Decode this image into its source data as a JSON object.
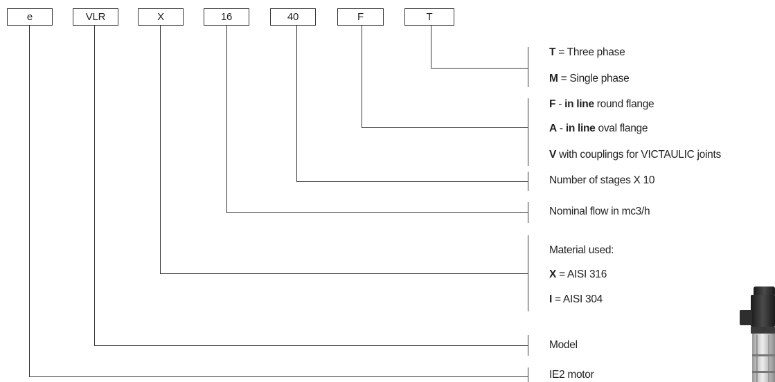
{
  "code_boxes": [
    "e",
    "VLR",
    "X",
    "16",
    "40",
    "F",
    "T"
  ],
  "descriptions": {
    "phase_three_key": "T",
    "phase_three_text": "= Three phase",
    "phase_single_key": "M",
    "phase_single_text": "= Single phase",
    "flange_f_key": "F",
    "flange_f_sep": "-",
    "flange_f_bold": "in line",
    "flange_f_text": "round flange",
    "flange_a_key": "A",
    "flange_a_sep": "-",
    "flange_a_bold": "in line",
    "flange_a_text": "oval flange",
    "flange_v_key": "V",
    "flange_v_text": "with couplings for VICTAULIC joints",
    "stages": "Number of stages X 10",
    "flow": "Nominal flow in mc3/h",
    "material_title": "Material used:",
    "material_x_key": "X",
    "material_x_text": "= AISI 316",
    "material_i_key": "I",
    "material_i_text": "= AISI 304",
    "model": "Model",
    "motor": "IE2 motor"
  },
  "colors": {
    "line": "#333333",
    "text": "#222222",
    "pump_dark": "#2b2b2b",
    "pump_steel": "#c9c9c9"
  }
}
